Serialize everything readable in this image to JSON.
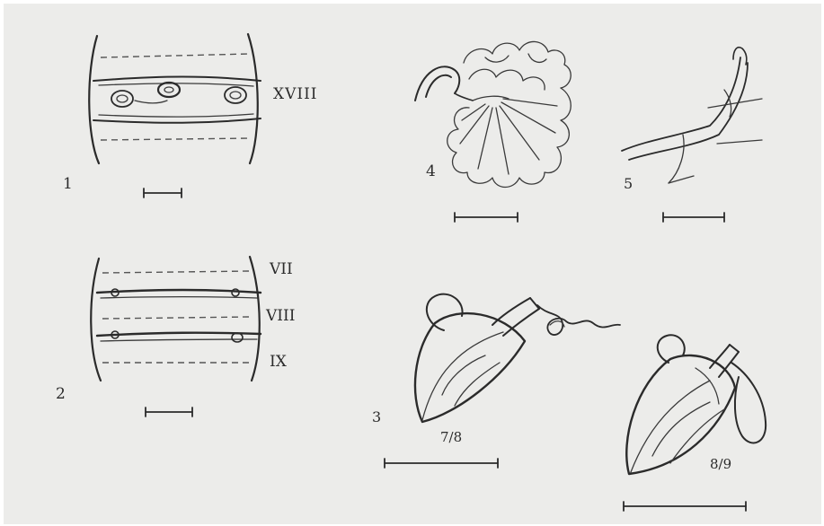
{
  "figures": [
    {
      "number": "1",
      "segment_label": "XVIII"
    },
    {
      "number": "2",
      "segment_labels": [
        "VII",
        "VIII",
        "IX"
      ]
    },
    {
      "number": "3",
      "annotations": [
        "7/8",
        "8/9"
      ]
    },
    {
      "number": "4"
    },
    {
      "number": "5"
    }
  ],
  "colors": {
    "paper": "#ececea",
    "ink": "#2b2b2b"
  }
}
